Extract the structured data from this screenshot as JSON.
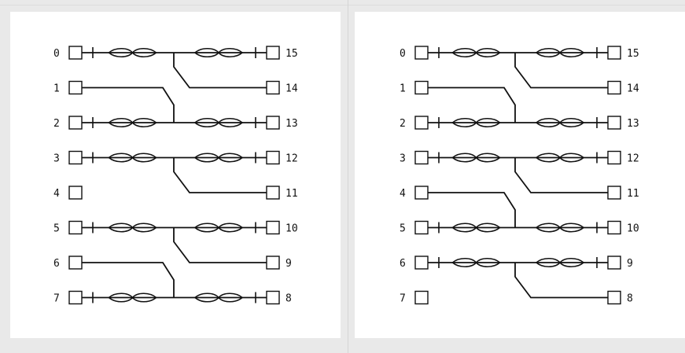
{
  "diagrams": [
    {
      "name": "left",
      "left_ports": [
        "0",
        "1",
        "2",
        "3",
        "4",
        "5",
        "6",
        "7"
      ],
      "right_ports": [
        "15",
        "14",
        "13",
        "12",
        "11",
        "10",
        "9",
        "8"
      ],
      "links": [
        {
          "type": "twist",
          "from": 0,
          "to": 15,
          "branch_to": 14
        },
        {
          "type": "cross",
          "from": 1,
          "to": 13
        },
        {
          "type": "twist",
          "from": 2,
          "to": 13
        },
        {
          "type": "twist",
          "from": 3,
          "to": 12,
          "branch_to": 11
        },
        {
          "type": "twist",
          "from": 5,
          "to": 10,
          "branch_to": 9
        },
        {
          "type": "cross",
          "from": 6,
          "to": 8
        },
        {
          "type": "twist",
          "from": 7,
          "to": 8
        }
      ]
    },
    {
      "name": "right",
      "left_ports": [
        "0",
        "1",
        "2",
        "3",
        "4",
        "5",
        "6",
        "7"
      ],
      "right_ports": [
        "15",
        "14",
        "13",
        "12",
        "11",
        "10",
        "9",
        "8"
      ],
      "links": [
        {
          "type": "twist",
          "from": 0,
          "to": 15,
          "branch_to": 14
        },
        {
          "type": "cross",
          "from": 1,
          "to": 13
        },
        {
          "type": "twist",
          "from": 2,
          "to": 13
        },
        {
          "type": "twist",
          "from": 3,
          "to": 12,
          "branch_to": 11
        },
        {
          "type": "cross",
          "from": 4,
          "to": 10
        },
        {
          "type": "twist",
          "from": 5,
          "to": 10
        },
        {
          "type": "twist",
          "from": 6,
          "to": 9,
          "branch_to": 8
        }
      ]
    }
  ]
}
